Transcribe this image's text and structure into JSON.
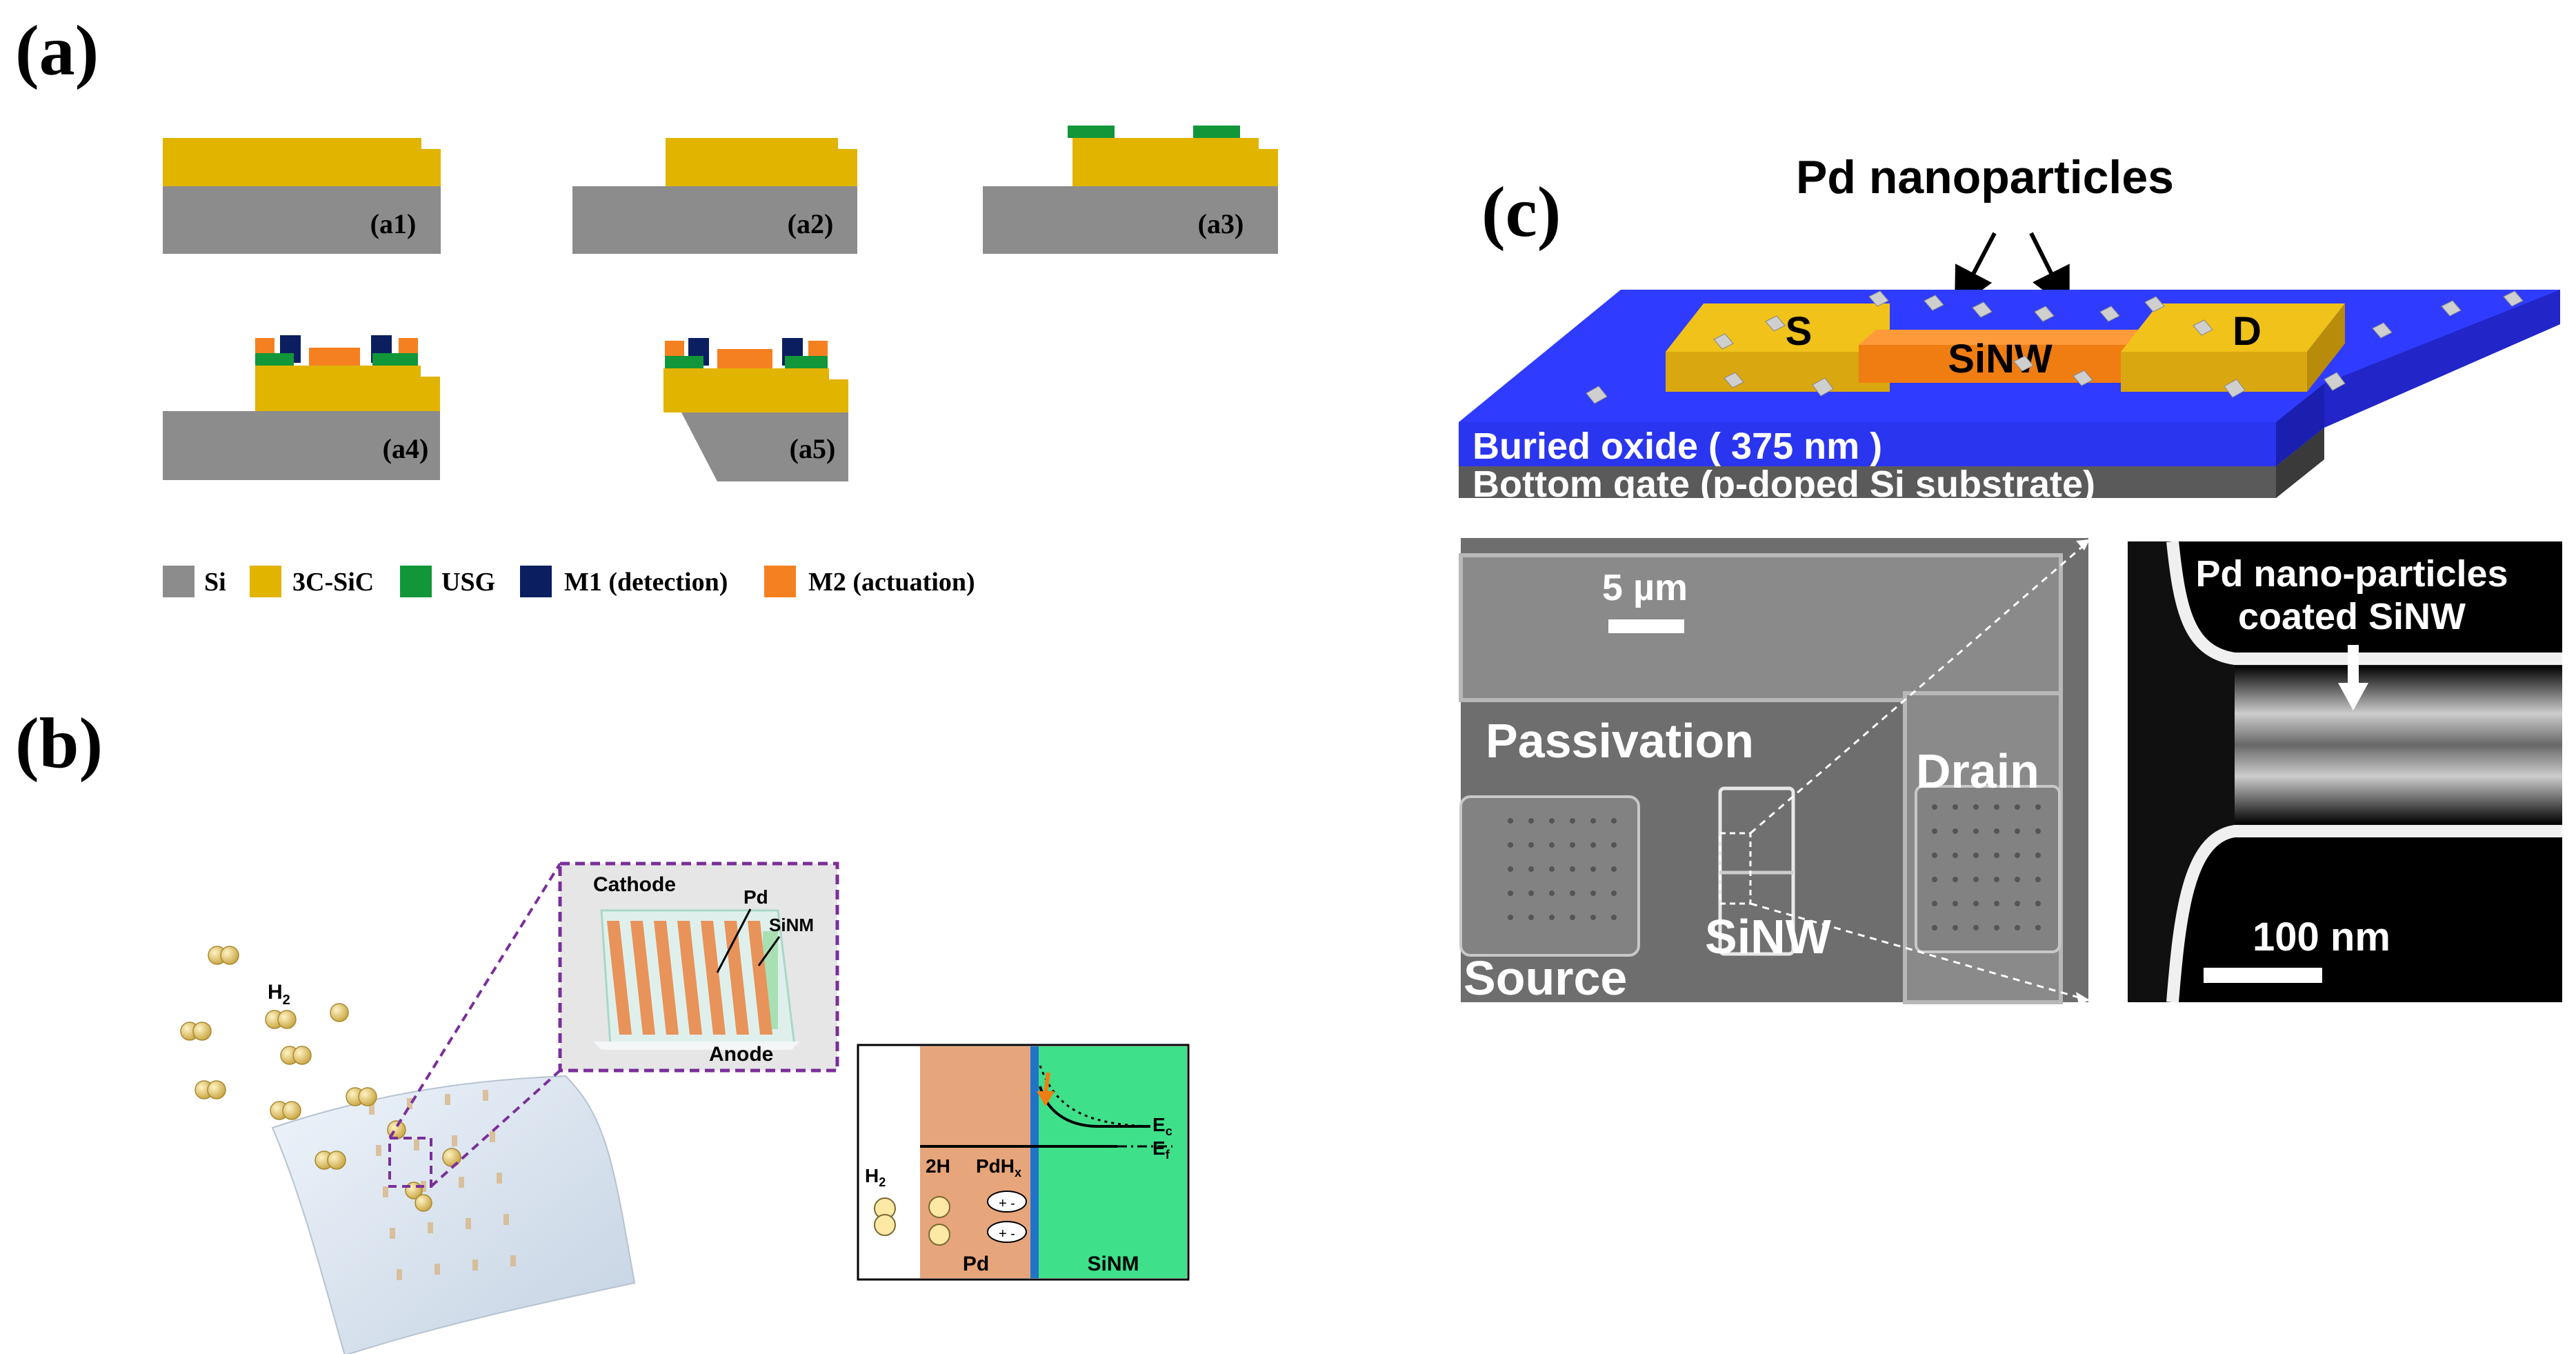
{
  "colors": {
    "si": "#8c8c8c",
    "sic": "#e1b400",
    "usg": "#12963a",
    "m1": "#0b1f60",
    "m2": "#f58020",
    "oxide": "#2a35f0",
    "gate": "#5a5a5a",
    "sinw": "#f07d12",
    "pd_band": "#e7a57b",
    "sinm_band": "#3fe08a",
    "sem_bg": "#6e6e6e"
  },
  "panel_a": {
    "label": "(a)",
    "steps": [
      "(a1)",
      "(a2)",
      "(a3)",
      "(a4)",
      "(a5)"
    ],
    "legend": [
      {
        "label": "Si",
        "color": "#8c8c8c"
      },
      {
        "label": "3C-SiC",
        "color": "#e1b400"
      },
      {
        "label": "USG",
        "color": "#12963a"
      },
      {
        "label": "M1 (detection)",
        "color": "#0b1f60"
      },
      {
        "label": "M2 (actuation)",
        "color": "#f58020"
      }
    ]
  },
  "panel_b": {
    "label": "(b)",
    "h2_label": "H",
    "h2_sub": "2",
    "inset": {
      "cathode": "Cathode",
      "pd": "Pd",
      "sinm": "SiNM",
      "anode": "Anode"
    },
    "band": {
      "h2": "H",
      "h2_sub": "2",
      "two_h": "2H",
      "pdhx": "PdH",
      "pdhx_sub": "x",
      "pd": "Pd",
      "sinm": "SiNM",
      "ec": "E",
      "ec_sub": "c",
      "ef": "E",
      "ef_sub": "f",
      "charge": "+ -"
    }
  },
  "panel_c": {
    "label": "(c)",
    "title": "Pd nanoparticles",
    "source_pad": "S",
    "drain_pad": "D",
    "wire": "SiNW",
    "oxide": "Buried oxide ( 375 nm )",
    "gate": "Bottom gate (p-doped Si substrate)",
    "sem": {
      "scale": "5 µm",
      "passivation": "Passivation",
      "drain": "Drain",
      "source": "Source",
      "sinw": "SiNW"
    },
    "zoom": {
      "title_line1": "Pd nano-particles",
      "title_line2": "coated SiNW",
      "scale": "100 nm"
    }
  }
}
